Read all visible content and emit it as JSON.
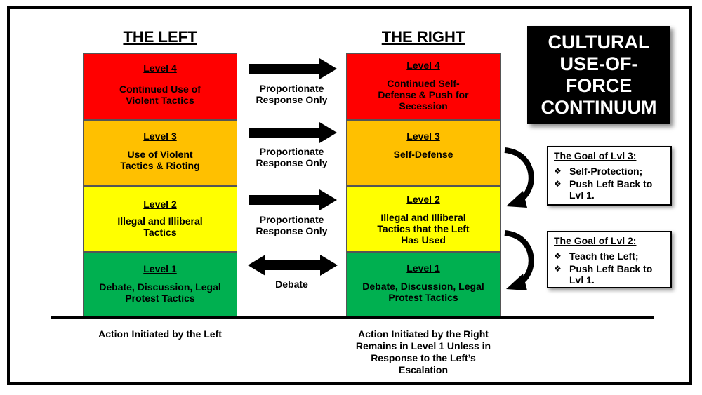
{
  "left": {
    "title": "THE LEFT",
    "levels": [
      {
        "level": "Level 4",
        "desc": "Continued Use of Violent Tactics"
      },
      {
        "level": "Level 3",
        "desc": "Use of Violent Tactics & Rioting"
      },
      {
        "level": "Level 2",
        "desc": "Illegal and Illiberal Tactics"
      },
      {
        "level": "Level 1",
        "desc": "Debate, Discussion, Legal Protest Tactics"
      }
    ],
    "footer": "Action Initiated by the Left"
  },
  "right": {
    "title": "THE RIGHT",
    "levels": [
      {
        "level": "Level 4",
        "desc": "Continued Self-Defense & Push for Secession"
      },
      {
        "level": "Level 3",
        "desc": "Self-Defense"
      },
      {
        "level": "Level 2",
        "desc": "Illegal and Illiberal Tactics that the Left Has Used"
      },
      {
        "level": "Level 1",
        "desc": "Debate, Discussion, Legal Protest Tactics"
      }
    ],
    "footer": "Action Initiated by the Right Remains in Level 1 Unless in Response to the Left’s Escalation"
  },
  "responses": [
    "Proportionate Response Only",
    "Proportionate Response Only",
    "Proportionate Response Only",
    "Debate"
  ],
  "title_box": "CULTURAL USE-OF-FORCE CONTINUUM",
  "goals": [
    {
      "title": "The Goal of Lvl 3:",
      "items": [
        "Self-Protection;",
        "Push Left Back to Lvl 1."
      ]
    },
    {
      "title": "The Goal of Lvl 2:",
      "items": [
        "Teach the Left;",
        "Push Left Back to Lvl 1."
      ]
    }
  ],
  "colors": {
    "level4": "#ff0000",
    "level3": "#ffc000",
    "level2": "#ffff00",
    "level1": "#00b050"
  },
  "icons": {
    "bullet": "diamond-bullet-icon",
    "curved_arrow": "curved-arrow-icon"
  }
}
